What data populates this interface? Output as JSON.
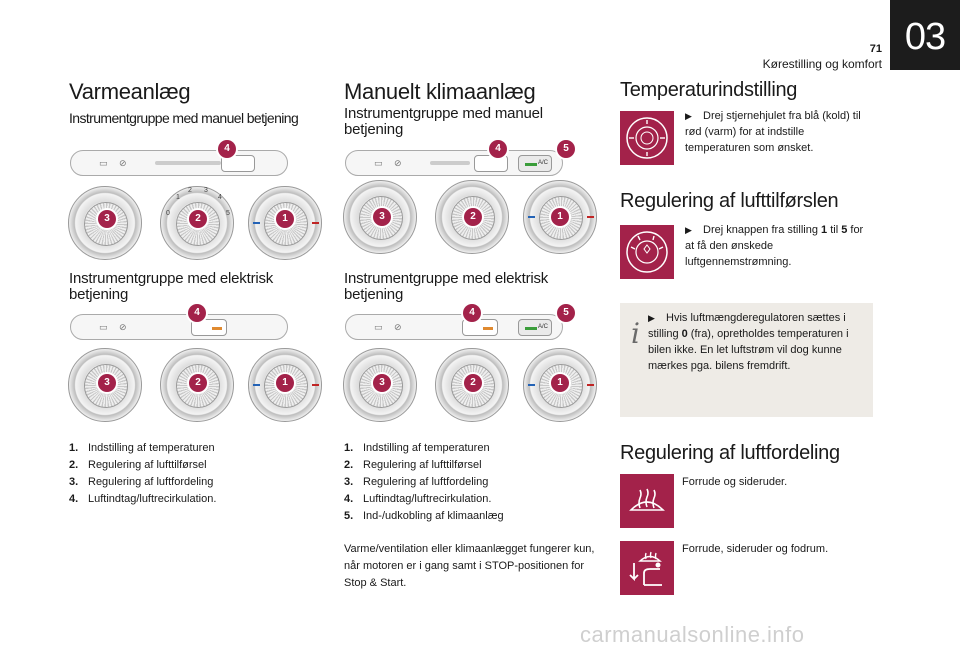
{
  "header": {
    "chapter_number": "03",
    "page_number": "71",
    "chapter_title": "Kørestilling og komfort"
  },
  "col1": {
    "title": "Varmeanlæg",
    "manual_heading": "Instrumentgruppe med manuel betjening",
    "electric_heading": "Instrumentgruppe med elektrisk betjening",
    "legend": [
      {
        "num": "1.",
        "text": "Indstilling af temperaturen"
      },
      {
        "num": "2.",
        "text": "Regulering af lufttilførsel"
      },
      {
        "num": "3.",
        "text": "Regulering af luftfordeling"
      },
      {
        "num": "4.",
        "text": "Luftindtag/luftrecirkulation."
      }
    ]
  },
  "col2": {
    "title": "Manuelt klimaanlæg",
    "manual_heading": "Instrumentgruppe med manuel betjening",
    "electric_heading": "Instrumentgruppe med elektrisk betjening",
    "legend": [
      {
        "num": "1.",
        "text": "Indstilling af temperaturen"
      },
      {
        "num": "2.",
        "text": "Regulering af lufttilførsel"
      },
      {
        "num": "3.",
        "text": "Regulering af luftfordeling"
      },
      {
        "num": "4.",
        "text": "Luftindtag/luftrecirkulation."
      },
      {
        "num": "5.",
        "text": "Ind-/udkobling af klimaanlæg"
      }
    ],
    "note": "Varme/ventilation eller klimaanlægget fungerer kun, når motoren er i gang samt i STOP-positionen for Stop & Start."
  },
  "col3": {
    "temp_title": "Temperaturindstilling",
    "temp_text": "Drej stjernehjulet fra blå (kold) til rød (varm) for at indstille temperaturen som ønsket.",
    "air_title": "Regulering af lufttilførslen",
    "air_text_pre": "Drej knappen fra stilling ",
    "air_text_b1": "1",
    "air_text_mid": " til ",
    "air_text_b2": "5",
    "air_text_post": " for at få den ønskede luftgennemstrømning.",
    "info_pre": "Hvis luftmængderegulatoren sættes i stilling ",
    "info_b": "0",
    "info_post": " (fra), opretholdes temperaturen i bilen ikke. En let luftstrøm vil dog kunne mærkes pga. bilens fremdrift.",
    "dist_title": "Regulering af luftfordeling",
    "dist_item1": "Forrude og sideruder.",
    "dist_item2": "Forrude, sideruder og fodrum."
  },
  "panel_labels": {
    "callout_1": "1",
    "callout_2": "2",
    "callout_3": "3",
    "callout_4": "4",
    "callout_5": "5",
    "ac_label": "A/C",
    "scale": [
      "0",
      "1",
      "2",
      "3",
      "4",
      "5"
    ]
  },
  "icons": {
    "bullet": "triangle-right",
    "info": "info-i",
    "windscreen": "windscreen-defrost-icon",
    "windscreen_feet": "windscreen-feet-icon"
  },
  "colors": {
    "accent": "#a3224a",
    "info_bg": "#eeebe6",
    "chapter_bg": "#1c1c1c"
  },
  "watermark": "carmanualsonline.info"
}
